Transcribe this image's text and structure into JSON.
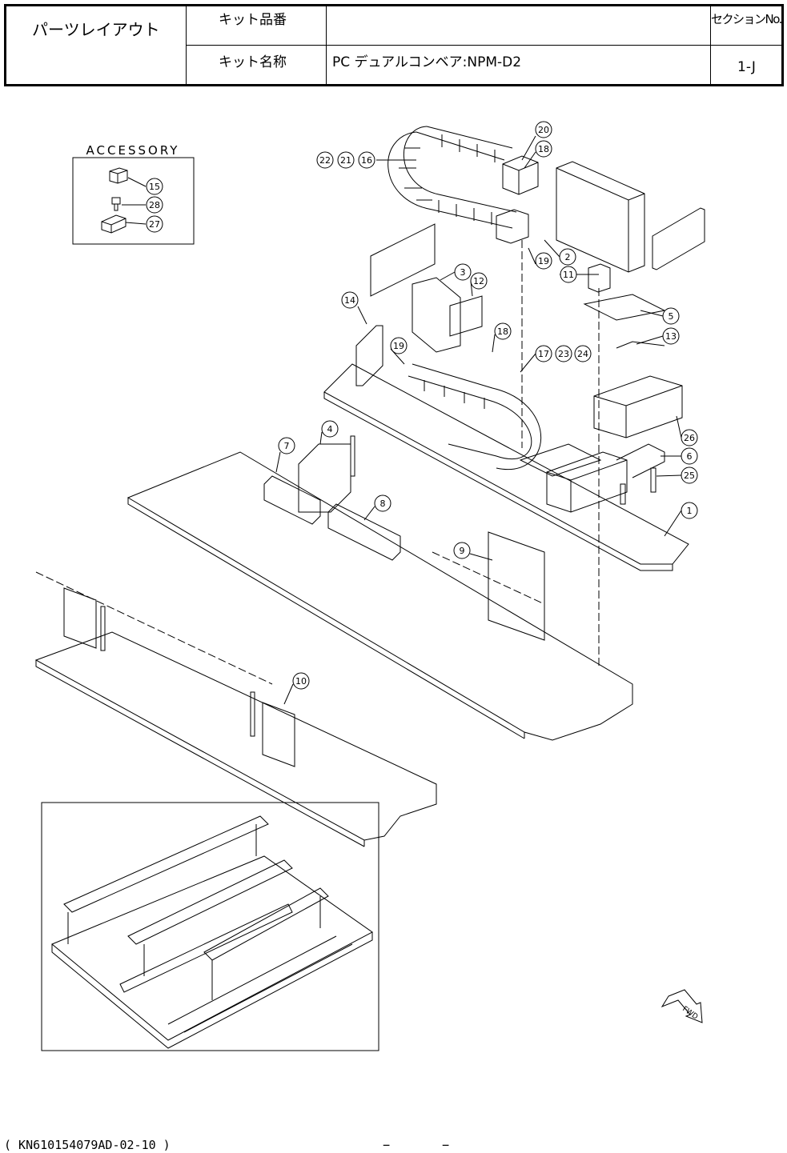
{
  "header": {
    "title": "パーツレイアウト",
    "kit_number_label": "キット品番",
    "kit_number_value": "",
    "section_label": "セクションNo.",
    "kit_name_label": "キット名称",
    "kit_name_value": "PC デュアルコンベア:NPM-D2",
    "section_value": "1-J"
  },
  "accessory": {
    "title": "ACCESSORY",
    "items": [
      "15",
      "28",
      "27"
    ]
  },
  "callouts": [
    "20",
    "18",
    "22",
    "21",
    "16",
    "2",
    "11",
    "19",
    "3",
    "12",
    "14",
    "5",
    "13",
    "18",
    "19",
    "17",
    "23",
    "24",
    "4",
    "7",
    "26",
    "6",
    "25",
    "8",
    "1",
    "9",
    "10"
  ],
  "fwd_label": "FWD",
  "footer": {
    "doc_code": "( KN610154079AD-02-10 )",
    "dash1": "−",
    "dash2": "−"
  }
}
